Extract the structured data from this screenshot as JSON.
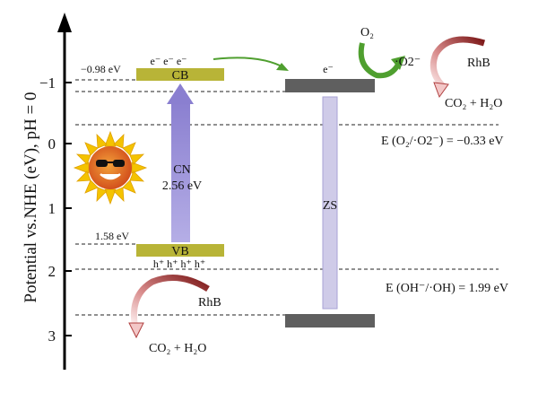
{
  "y_axis": {
    "label": "Potential vs.NHE (eV), pH = 0",
    "ticks": [
      "−1",
      "0",
      "1",
      "2",
      "3"
    ]
  },
  "cn": {
    "cb_label": "CB",
    "vb_label": "VB",
    "cb_potential": "−0.98 eV",
    "vb_potential": "1.58 eV",
    "electrons": "e⁻ e⁻ e⁻",
    "holes": "h⁺ h⁺ h⁺ h⁺",
    "name": "CN",
    "gap": "2.56 eV"
  },
  "zs": {
    "name": "ZS",
    "electron": "e⁻"
  },
  "levels": {
    "o2_redox": "E (O₂/·O2⁻) = −0.33 eV",
    "oh_redox": "E (OH⁻/·OH) = 1.99 eV"
  },
  "reactions": {
    "o2": "O₂",
    "superoxide": "·O2⁻",
    "rhb_top": "RhB",
    "products_top": "CO₂ + H₂O",
    "rhb_bottom": "RhB",
    "products_bottom": "CO₂ + H₂O"
  },
  "colors": {
    "band": "#b8b437",
    "zs_band": "#5f5f5f",
    "cn_arrow": "#9a8fd6",
    "zs_bar": "#cfcbe8",
    "green_arrow": "#4f9f2f",
    "red_arrow": "#9b2525"
  },
  "icons": [
    "sun-icon"
  ]
}
